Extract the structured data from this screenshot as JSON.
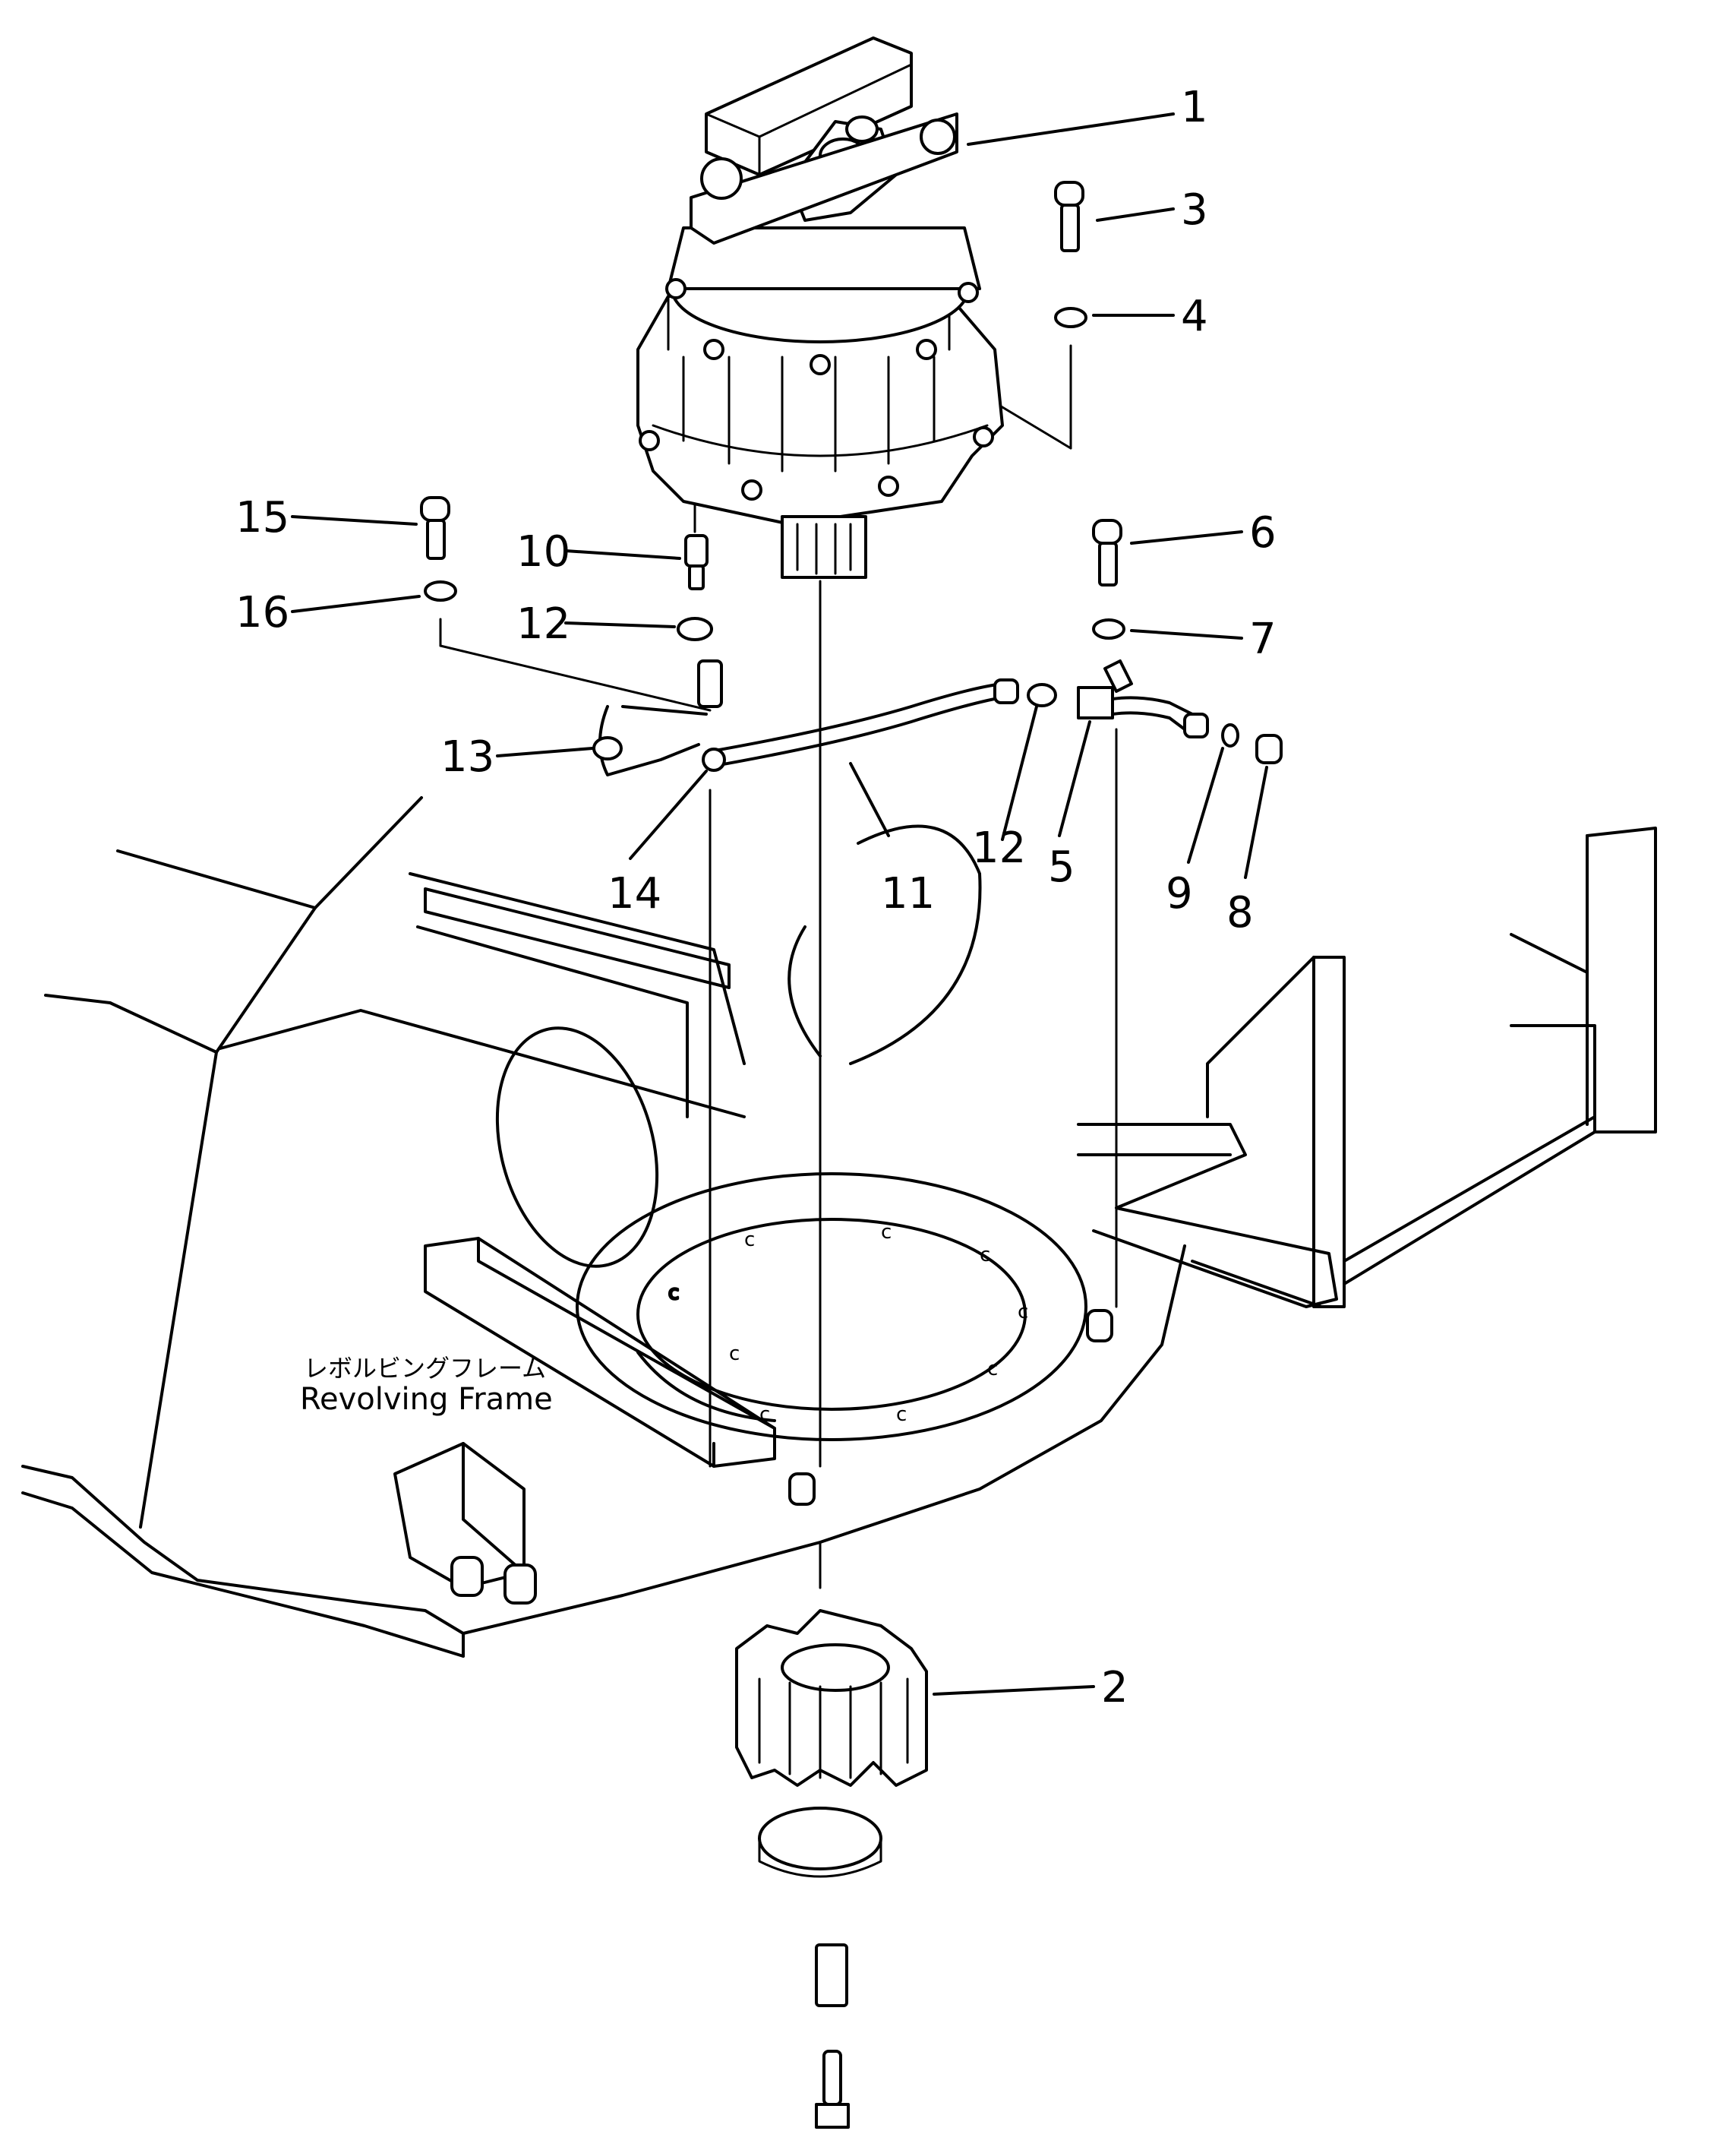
{
  "diagram": {
    "callouts": [
      "1",
      "2",
      "3",
      "4",
      "5",
      "6",
      "7",
      "8",
      "9",
      "10",
      "11",
      "12",
      "12",
      "13",
      "14",
      "15",
      "16"
    ],
    "frame_label_jp": "レボルビングフレーム",
    "frame_label_en": "Revolving Frame"
  }
}
